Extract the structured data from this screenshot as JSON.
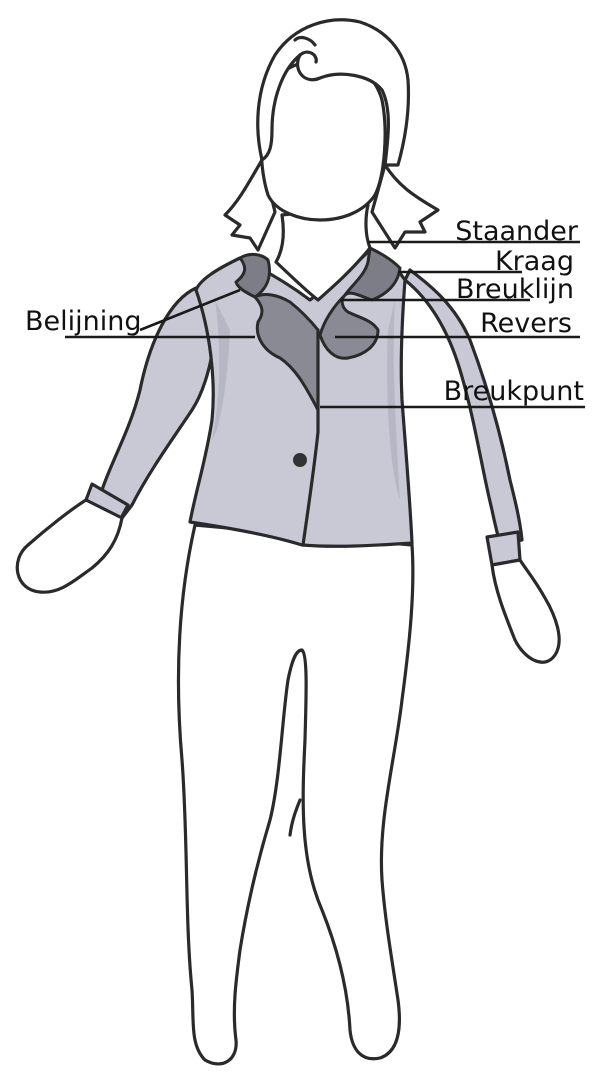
{
  "labels": {
    "staander": "Staander",
    "kraag": "Kraag",
    "breuklijn": "Breuklijn",
    "belijning": "Belijning",
    "revers": "Revers",
    "breukpunt": "Breukpunt"
  },
  "colors": {
    "jacket": "#c9c9d6",
    "collar": "#7d7d88",
    "lapel": "#8a8a95",
    "outline": "#2a2a2a"
  }
}
